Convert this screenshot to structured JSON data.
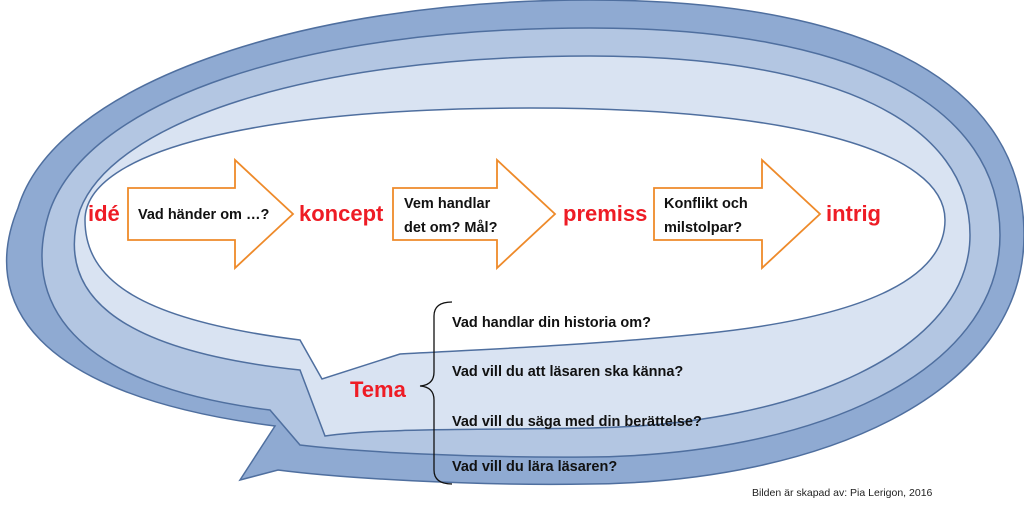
{
  "colors": {
    "band_outer": "#8faad2",
    "band_mid": "#b3c6e2",
    "band_inner": "#d9e3f2",
    "center": "#ffffff",
    "outline": "#4f6f9f",
    "arrow_stroke": "#ee8a2a",
    "term_red": "#ee1c25"
  },
  "flow": {
    "terms": [
      "idé",
      "koncept",
      "premiss",
      "intrig"
    ],
    "arrows": [
      {
        "lines": [
          "Vad händer om …?"
        ]
      },
      {
        "lines": [
          "Vem handlar",
          "det om? Mål?"
        ]
      },
      {
        "lines": [
          "Konflikt och",
          "milstolpar?"
        ]
      }
    ]
  },
  "tema": {
    "label": "Tema",
    "questions": [
      "Vad handlar din historia om?",
      "Vad vill du att läsaren ska känna?",
      "Vad vill du säga med din berättelse?",
      "Vad vill du lära läsaren?"
    ]
  },
  "credit": "Bilden är skapad av: Pia Lerigon, 2016"
}
